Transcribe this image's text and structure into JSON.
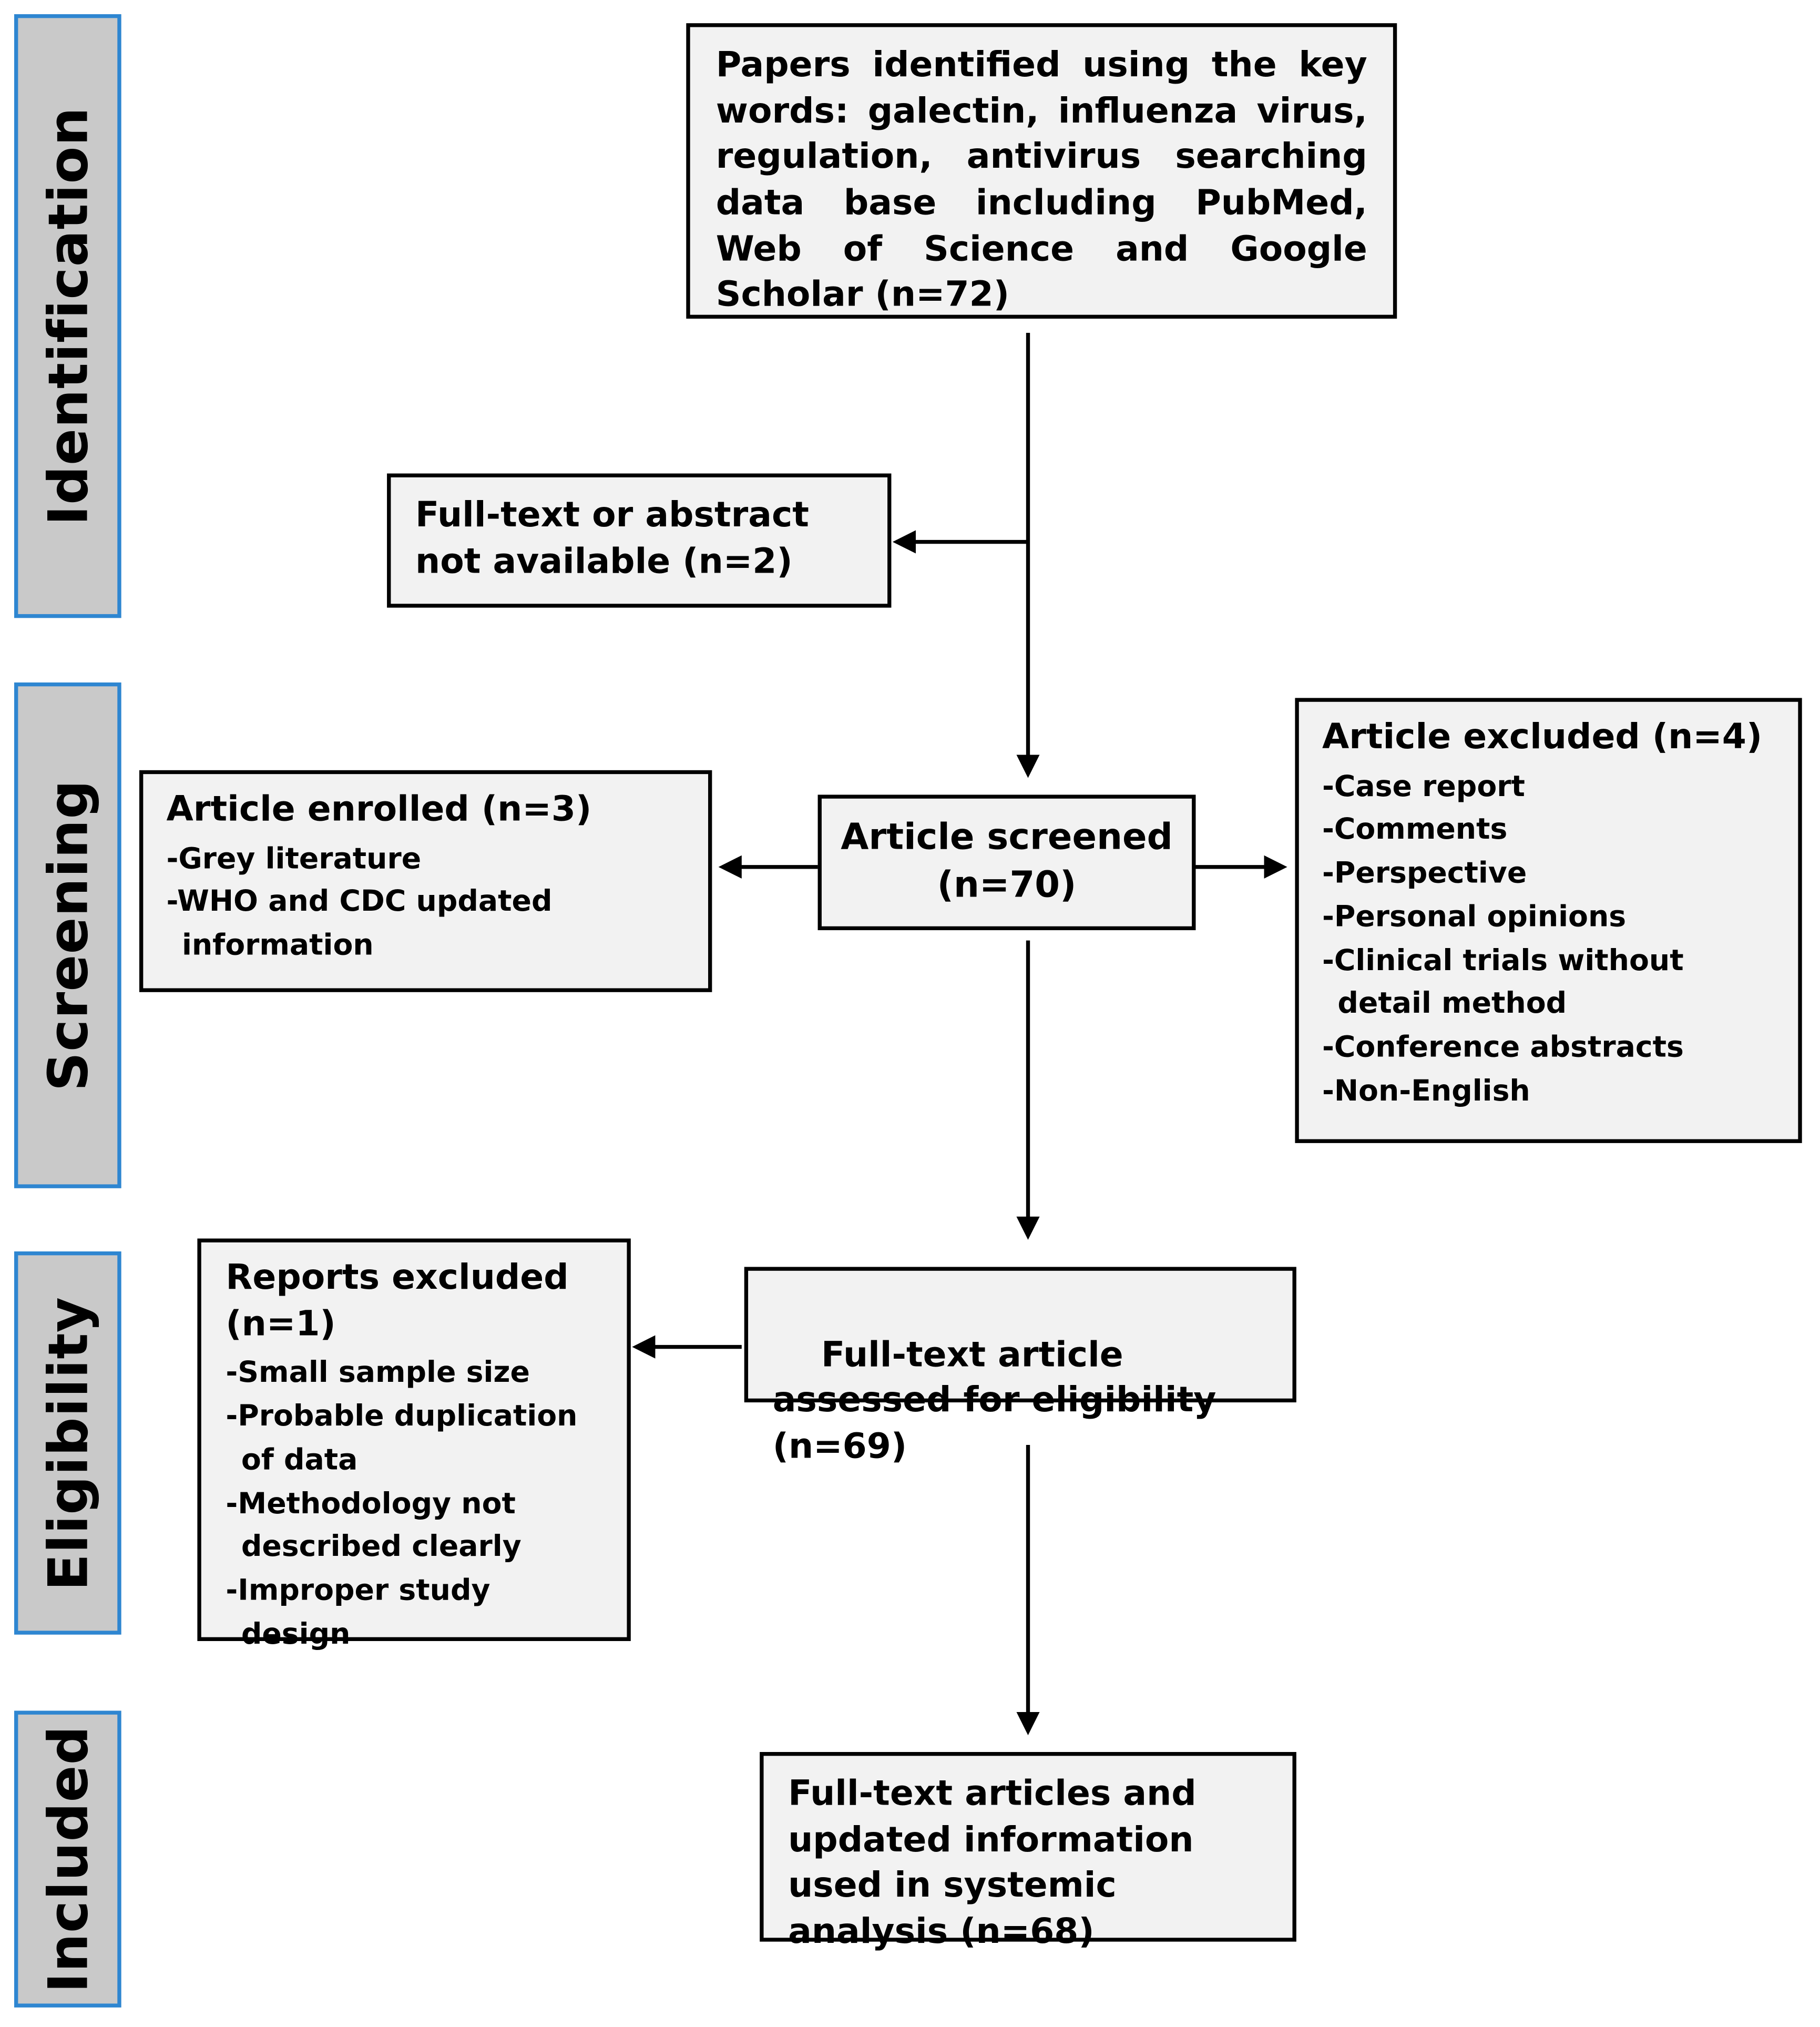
{
  "phases": {
    "identification": "Identification",
    "screening": "Screening",
    "eligibility": "Eligibility",
    "included": "Included"
  },
  "boxes": {
    "papers_identified": "Papers identified using the key words: galectin, influenza virus, regulation, antivirus searching data base including PubMed, Web of Science and Google Scholar  (n=72)",
    "not_available": "Full-text or abstract not available (n=2)",
    "article_screened": {
      "line1": "Article screened",
      "line2": "(n=70)"
    },
    "article_enrolled": {
      "title": "Article enrolled (n=3)",
      "items": [
        "-Grey literature",
        "-WHO and CDC updated information"
      ]
    },
    "article_excluded": {
      "title": "Article excluded (n=4)",
      "items": [
        "-Case report",
        "-Comments",
        "-Perspective",
        "-Personal opinions",
        "-Clinical trials without detail method",
        "-Conference abstracts",
        "-Non-English"
      ]
    },
    "full_text_assessed": "Full-text article assessed for eligibility   (n=69)",
    "reports_excluded": {
      "title": "Reports excluded (n=1)",
      "items": [
        "-Small sample size",
        "-Probable duplication of data",
        "-Methodology not described clearly",
        "-Improper study design"
      ]
    },
    "included_final": "Full-text articles and updated information used in systemic analysis (n=68)"
  },
  "colors": {
    "phase_fill": "#c9c9c9",
    "phase_border": "#2e86d1",
    "box_fill": "#f2f2f2",
    "box_border": "#000000",
    "arrow": "#000000"
  }
}
